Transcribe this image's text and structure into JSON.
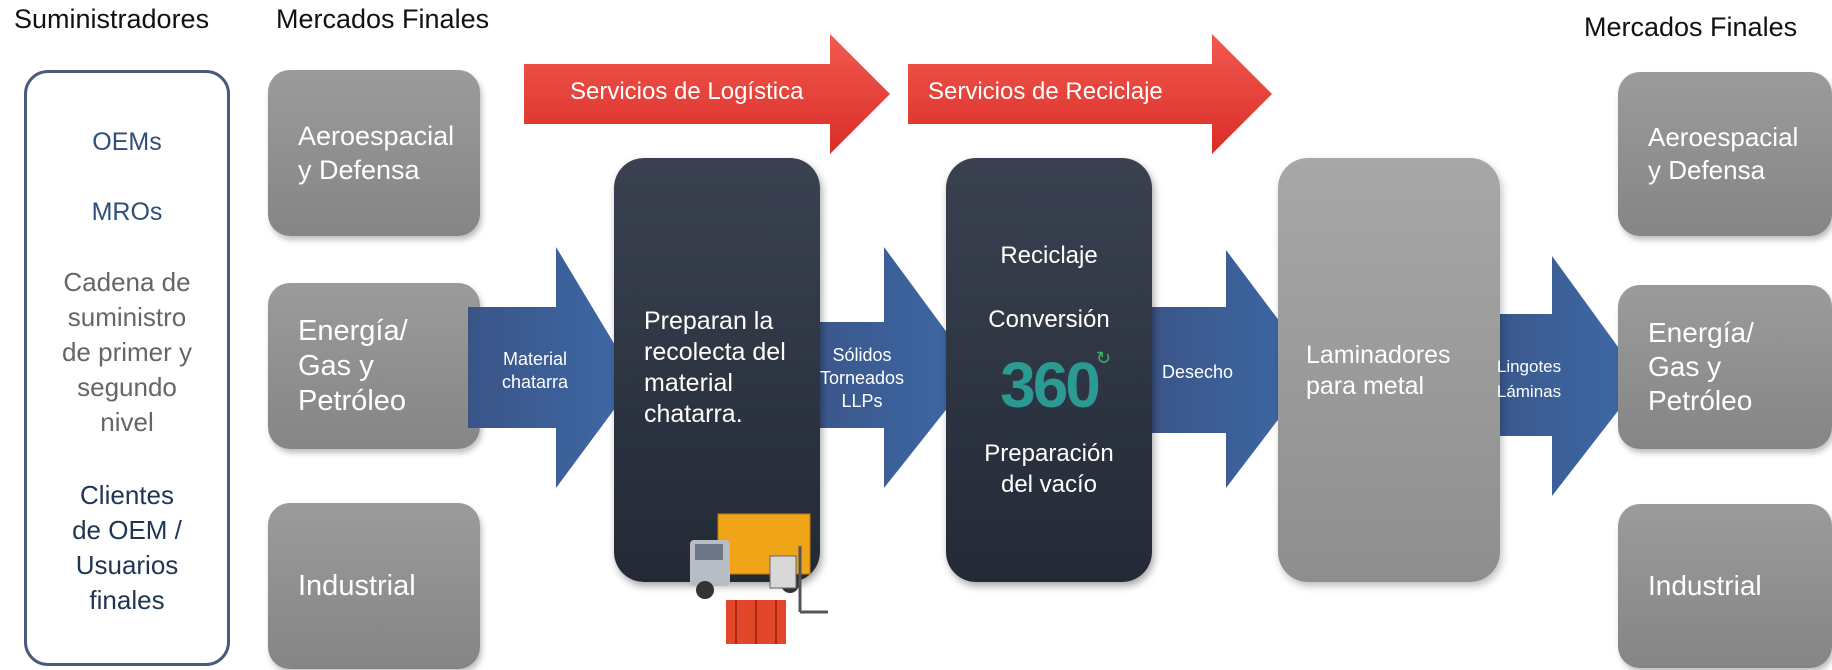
{
  "headers": {
    "suppliers": "Suministradores",
    "markets_left": "Mercados Finales",
    "markets_right": "Mercados Finales"
  },
  "suppliers": [
    "OEMs",
    "MROs",
    "Cadena de suministro de primer y segundo nivel",
    "Clientes de OEM / Usuarios finales"
  ],
  "markets": {
    "aero": "Aeroespacial y Defensa",
    "energy": "Energía/ Gas y Petróleo",
    "industrial": "Industrial"
  },
  "services": {
    "logistics": "Servicios de Logística",
    "recycling": "Servicios de Reciclaje"
  },
  "flow": {
    "scrap_material": "Material chatarra",
    "prepare_collection": "Preparan la recolecta del material chatarra.",
    "solids": "Sólidos Torneados LLPs",
    "recycling_steps": [
      "Reciclaje",
      "Conversión",
      "Preparación del vacío"
    ],
    "logo_text": "360",
    "waste": "Desecho",
    "rolling_mills": "Laminadores para metal",
    "ingots": "Lingotes Láminas"
  },
  "colors": {
    "blue_arrow": "#3d5f9a",
    "red_arrow": "#e8403a",
    "dark_box": "#262d39",
    "grey_box": "#8f8f8f",
    "logo_teal": "#2a9a93"
  }
}
